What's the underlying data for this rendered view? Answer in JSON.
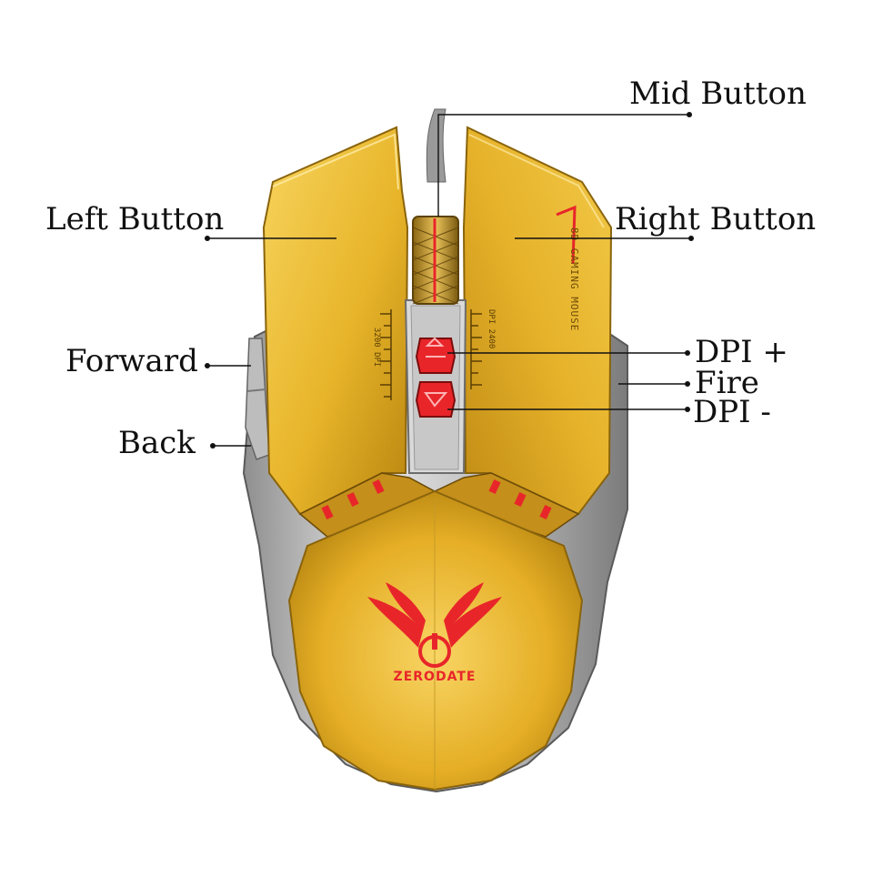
{
  "callouts": {
    "mid_button": "Mid Button",
    "left_button": "Left Button",
    "right_button": "Right Button",
    "forward": "Forward",
    "back": "Back",
    "dpi_plus": "DPI +",
    "fire": "Fire",
    "dpi_minus": "DPI -"
  },
  "product": {
    "brand": "ZERODATE",
    "side_text": "8D GAMING MOUSE",
    "dpi_scale_left": "3200 DPI",
    "dpi_scale_right": "DPI 2400"
  },
  "colors": {
    "shell_gold": "#e8b52a",
    "shell_highlight": "#f6d25c",
    "shell_shadow": "#b07e10",
    "metal": "#c9c9c9",
    "accent_red": "#e8262a",
    "label_text": "#111111"
  }
}
